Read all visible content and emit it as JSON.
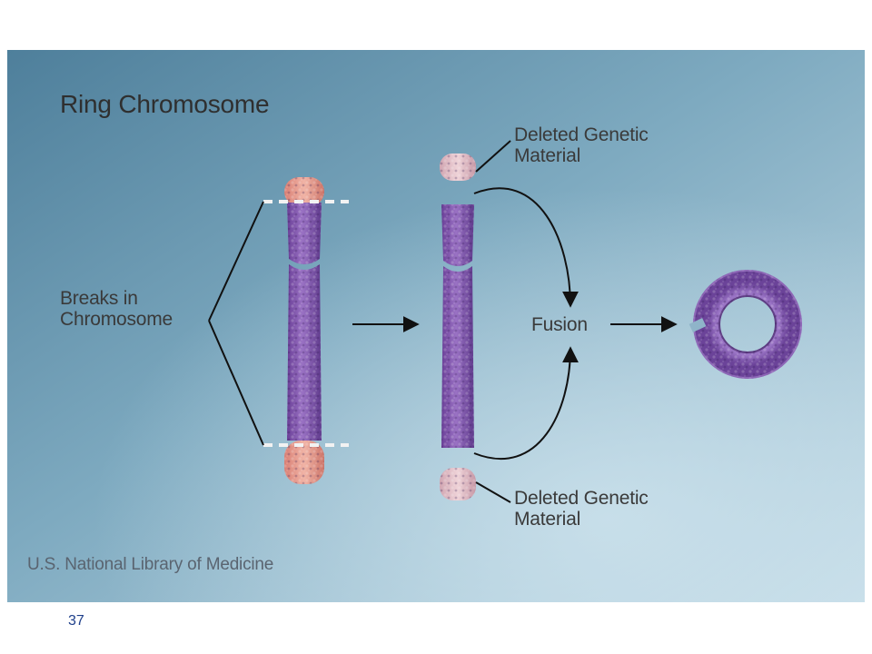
{
  "slide": {
    "title": "Ring Chromosome",
    "breaks_label": [
      "Breaks in",
      "Chromosome"
    ],
    "fusion_label": "Fusion",
    "deleted_top_label": [
      "Deleted Genetic",
      "Material"
    ],
    "deleted_bottom_label": [
      "Deleted Genetic",
      "Material"
    ],
    "source": "U.S. National Library of Medicine",
    "page_number": "37"
  },
  "colors": {
    "background_dark": "#4e7f9b",
    "background_light": "#c3dbe6",
    "chromosome": "#7b4fa6",
    "chromosome_highlight": "#a37fc9",
    "telomere_left": "#e39a8e",
    "telomere_deleted": "#e2bcc4",
    "break_line": "#f2f2f2",
    "connector": "#111111",
    "page_number": "#1e3f8a"
  }
}
